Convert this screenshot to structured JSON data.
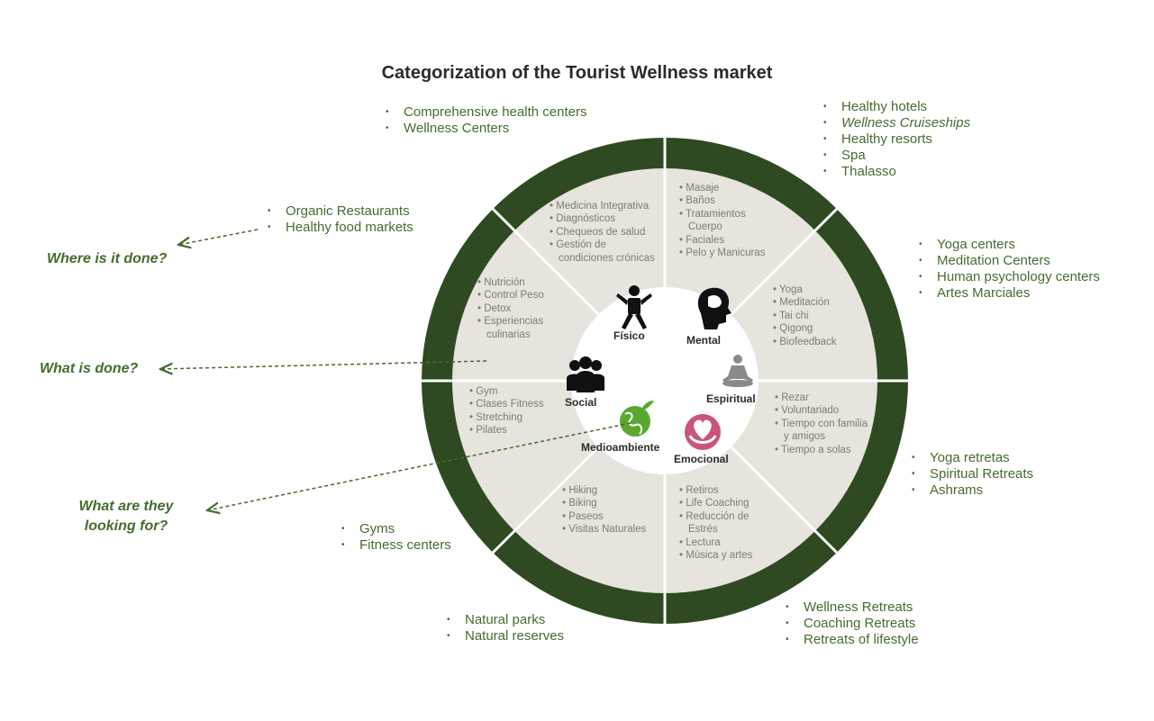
{
  "title": "Categorization of the Tourist Wellness market",
  "colors": {
    "ring": "#2f4a22",
    "wedge": "#e6e4dc",
    "text_green": "#466b2f",
    "text_gray": "#7d7d6f"
  },
  "questions": {
    "where": "Where is it done?",
    "what_done": "What is done?",
    "looking_line1": "What are they",
    "looking_line2": "looking for?"
  },
  "categories": {
    "fisico": "Físico",
    "mental": "Mental",
    "espiritual": "Espiritual",
    "emocional": "Emocional",
    "medioambiente": "Medioambiente",
    "social": "Social"
  },
  "icons": {
    "fisico": "person-stretch-icon",
    "mental": "head-brain-icon",
    "espiritual": "meditation-icon",
    "emocional": "heart-hands-icon",
    "medioambiente": "globe-leaf-icon",
    "social": "group-people-icon"
  },
  "outer": {
    "top": [
      "Comprehensive health centers",
      "Wellness Centers"
    ],
    "top_right": [
      "Healthy hotels",
      "Wellness Cruiseships",
      "Healthy resorts",
      "Spa",
      "Thalasso"
    ],
    "right_upper": [
      "Yoga centers",
      "Meditation Centers",
      "Human psychology centers",
      "Artes Marciales"
    ],
    "right_lower": [
      "Yoga retretas",
      "Spiritual Retreats",
      "Ashrams"
    ],
    "bottom_right": [
      "Wellness Retreats",
      "Coaching Retreats",
      "Retreats of  lifestyle"
    ],
    "bottom": [
      "Natural parks",
      "Natural reserves"
    ],
    "left_lower": [
      "Gyms",
      "Fitness centers"
    ],
    "left_upper": [
      "Organic Restaurants",
      "Healthy food markets"
    ]
  },
  "inner": {
    "top_left": [
      "Medicina Integrativa",
      "Diagnósticos",
      "Chequeos de salud",
      "Gestión de condiciones crónicas"
    ],
    "top_right": [
      "Masaje",
      "Baños",
      "Tratamientos Cuerpo",
      "Faciales",
      "Pelo y Manicuras"
    ],
    "right_upper": [
      "Yoga",
      "Meditación",
      "Tai chi",
      "Qigong",
      "Biofeedback"
    ],
    "right_lower": [
      "Rezar",
      "Voluntariado",
      "Tiempo con familia y amigos",
      "Tiempo a solas"
    ],
    "bottom_right": [
      "Retiros",
      "Life Coaching",
      "Reducción de Estrés",
      "Lectura",
      "Música y artes"
    ],
    "bottom_left": [
      "Hiking",
      "Biking",
      "Paseos",
      "Visitas Naturales"
    ],
    "left_lower": [
      "Gym",
      "Clases Fitness",
      "Stretching",
      "Pilates"
    ],
    "left_upper": [
      "Nutrición",
      "Control Peso",
      "Detox",
      "Esperiencias culinarias"
    ]
  }
}
